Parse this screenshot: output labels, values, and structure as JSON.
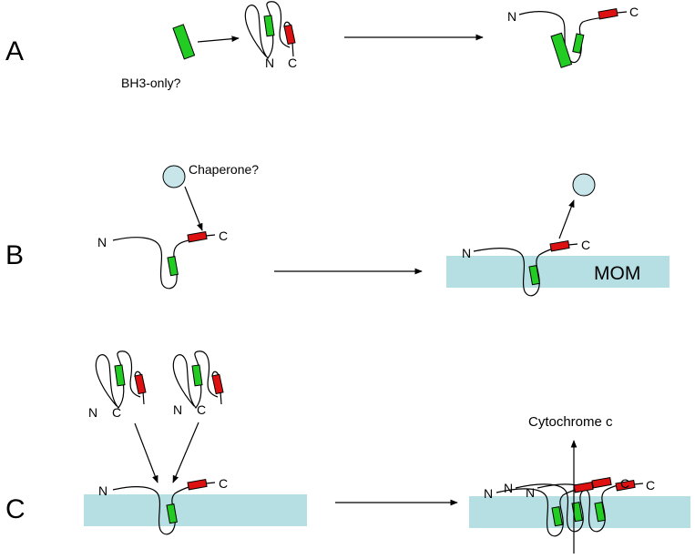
{
  "panels": {
    "a": {
      "label": "A",
      "bh3_label": "BH3-only?"
    },
    "b": {
      "label": "B",
      "chaperone_label": "Chaperone?",
      "membrane_label": "MOM"
    },
    "c": {
      "label": "C",
      "release_label": "Cytochrome c"
    }
  },
  "termini": {
    "n": "N",
    "c": "C"
  },
  "colors": {
    "bh3_helix": "#22cc22",
    "tm_helix": "#dd1111",
    "chaperone": "#c8e6ea",
    "membrane": "#b5dfe3",
    "stroke": "#000000"
  }
}
